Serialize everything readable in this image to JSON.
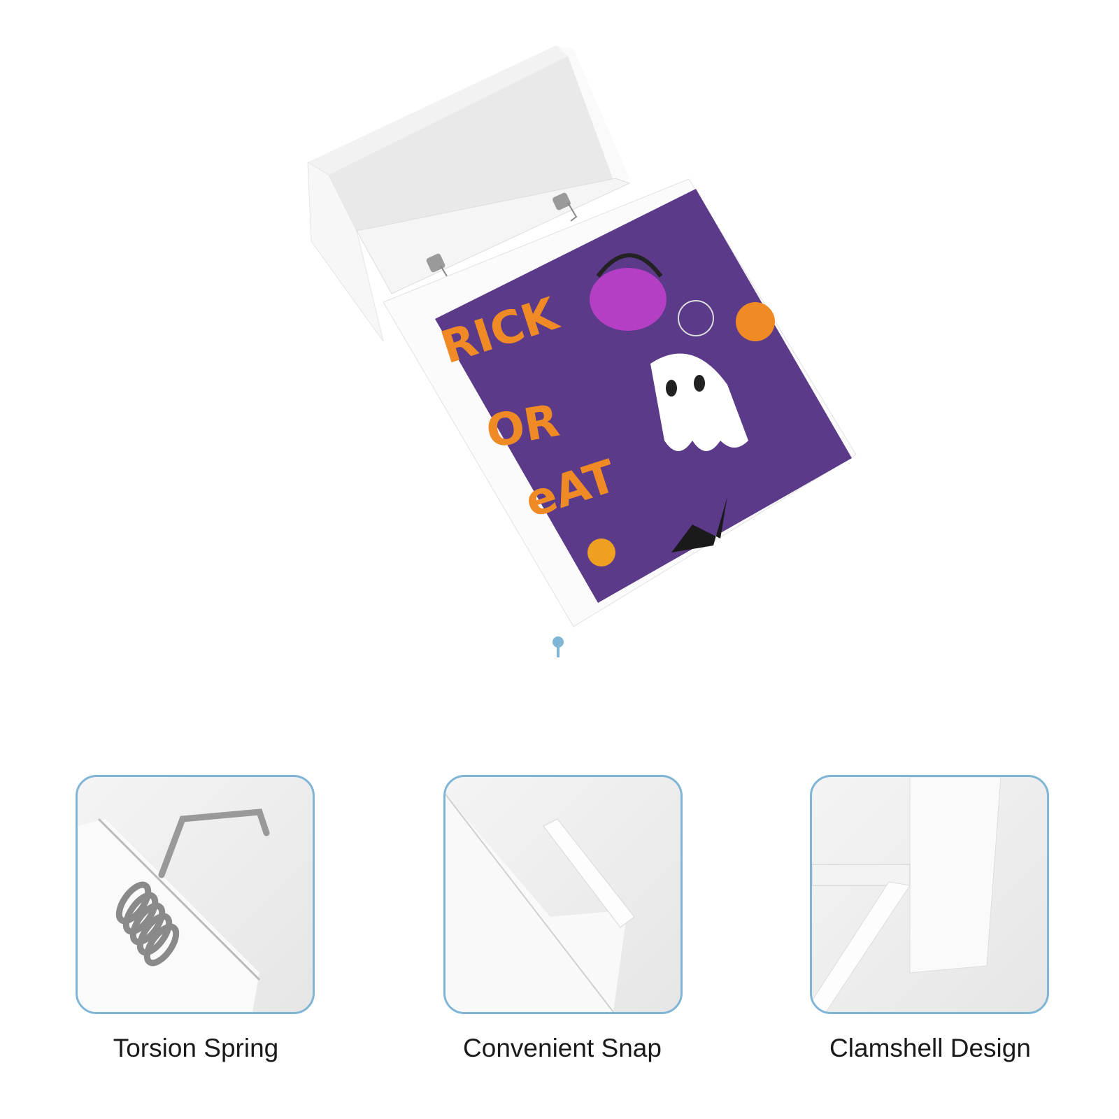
{
  "product": {
    "print_text": [
      "RICK",
      "OR",
      "eAT"
    ],
    "print_background": "#5b3a8a",
    "accent_orange": "#f08a24",
    "connector_color": "#7fb5d5"
  },
  "features": [
    {
      "label": "Torsion Spring"
    },
    {
      "label": "Convenient Snap"
    },
    {
      "label": "Clamshell Design"
    }
  ]
}
